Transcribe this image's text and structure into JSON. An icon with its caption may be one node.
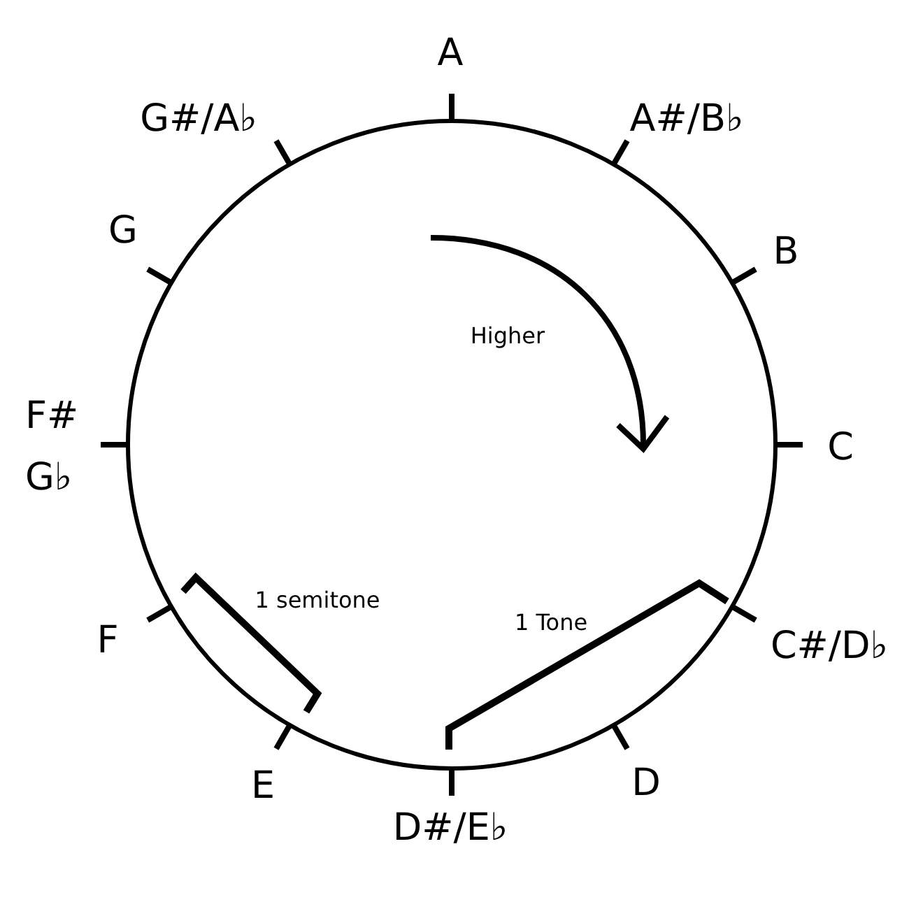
{
  "diagram": {
    "nodes": [
      {
        "text": [
          "Higher",
          "1 semitone",
          "1 Tone"
        ]
      }
    ],
    "labels": [
      "A",
      "G#/A♭",
      "A#/B♭",
      "G",
      "B",
      "F# G♭",
      "C",
      "F",
      "C#/D♭",
      "E",
      "D",
      "D#/E♭"
    ]
  }
}
